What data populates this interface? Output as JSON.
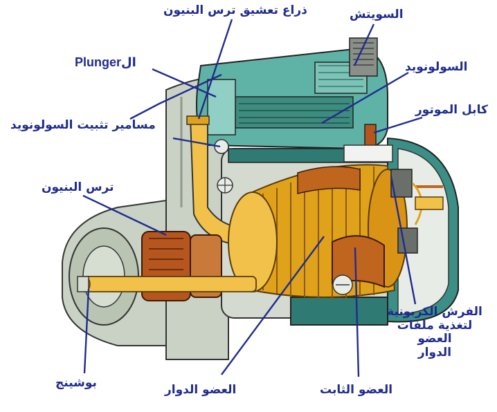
{
  "diagram": {
    "labels": {
      "engagement_lever": "ذراع تعشيق ترس البنيون",
      "switch": "السويتش",
      "plunger_prefix": "ال",
      "plunger_word": "Plunger",
      "solenoid": "السولونويد",
      "motor_cable": "كابل الموتور",
      "solenoid_screws": "مسامير تثبيت السولونويد",
      "pinion_gear": "ترس البنيون",
      "carbon_brushes_line1": "الفرش الكربونية",
      "carbon_brushes_line2": "لتغذية ملفات العضو",
      "carbon_brushes_line3": "الدوار",
      "bushing": "بوشينج",
      "rotor": "العضو الدوار",
      "stator": "العضو الثابت"
    },
    "colors": {
      "label_text": "#1f2b8f",
      "solenoid_teal": "#5fb3a6",
      "armature_gold": "#e0a21a",
      "pinion_copper": "#b5561e",
      "housing_gray": "#c9d2c4"
    }
  }
}
